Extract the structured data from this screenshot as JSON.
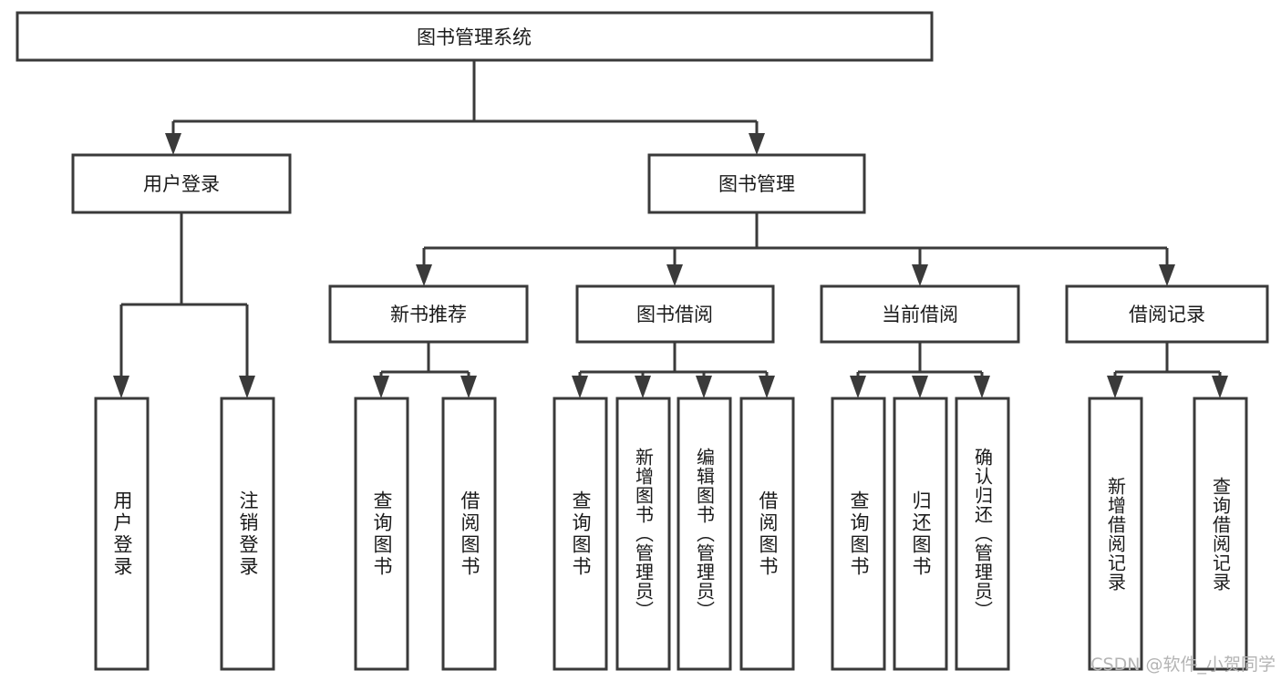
{
  "diagram": {
    "type": "tree",
    "title": "图书管理系统",
    "watermark": "CSDN @软件_小贺同学",
    "root": {
      "id": "root",
      "label": "图书管理系统",
      "orientation": "horizontal"
    },
    "level2": [
      {
        "id": "user-login",
        "label": "用户登录",
        "orientation": "horizontal"
      },
      {
        "id": "book-management",
        "label": "图书管理",
        "orientation": "horizontal"
      }
    ],
    "level3": [
      {
        "id": "new-book-recommend",
        "label": "新书推荐",
        "parent": "book-management",
        "orientation": "horizontal"
      },
      {
        "id": "book-borrow",
        "label": "图书借阅",
        "parent": "book-management",
        "orientation": "horizontal"
      },
      {
        "id": "current-borrow",
        "label": "当前借阅",
        "parent": "book-management",
        "orientation": "horizontal"
      },
      {
        "id": "borrow-record",
        "label": "借阅记录",
        "parent": "book-management",
        "orientation": "horizontal"
      }
    ],
    "leaves": [
      {
        "id": "leaf-user-login",
        "label": "用户登录",
        "parent": "user-login",
        "orientation": "vertical"
      },
      {
        "id": "leaf-logout-login",
        "label": "注销登录",
        "parent": "user-login",
        "orientation": "vertical"
      },
      {
        "id": "leaf-query-book-1",
        "label": "查询图书",
        "parent": "new-book-recommend",
        "orientation": "vertical"
      },
      {
        "id": "leaf-borrow-book-1",
        "label": "借阅图书",
        "parent": "new-book-recommend",
        "orientation": "vertical"
      },
      {
        "id": "leaf-query-book-2",
        "label": "查询图书",
        "parent": "book-borrow",
        "orientation": "vertical"
      },
      {
        "id": "leaf-add-book",
        "label": "新增图书（管理员）",
        "parent": "book-borrow",
        "orientation": "vertical"
      },
      {
        "id": "leaf-edit-book",
        "label": "编辑图书（管理员）",
        "parent": "book-borrow",
        "orientation": "vertical"
      },
      {
        "id": "leaf-borrow-book-2",
        "label": "借阅图书",
        "parent": "book-borrow",
        "orientation": "vertical"
      },
      {
        "id": "leaf-query-book-3",
        "label": "查询图书",
        "parent": "current-borrow",
        "orientation": "vertical"
      },
      {
        "id": "leaf-return-book",
        "label": "归还图书",
        "parent": "current-borrow",
        "orientation": "vertical"
      },
      {
        "id": "leaf-confirm-return",
        "label": "确认归还（管理员）",
        "parent": "current-borrow",
        "orientation": "vertical"
      },
      {
        "id": "leaf-add-record",
        "label": "新增借阅记录",
        "parent": "borrow-record",
        "orientation": "vertical"
      },
      {
        "id": "leaf-query-record",
        "label": "查询借阅记录",
        "parent": "borrow-record",
        "orientation": "vertical"
      }
    ],
    "colors": {
      "stroke": "#3a3a3a",
      "fill": "#ffffff",
      "text": "#1a1a1a",
      "watermark": "#b4b4b4"
    }
  }
}
